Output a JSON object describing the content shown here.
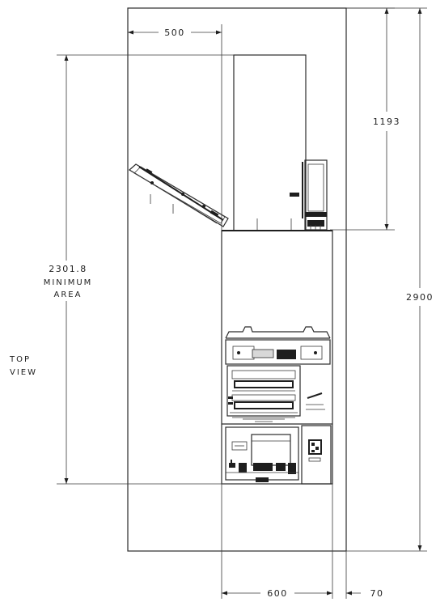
{
  "dimensions": {
    "width_500": "500",
    "height_1193": "1193",
    "height_2900": "2900",
    "area_value": "2301.8",
    "area_word1": "MINIMUM",
    "area_word2": "AREA",
    "width_600": "600",
    "width_70": "70"
  },
  "view_label": {
    "line1": "TOP",
    "line2": "VIEW"
  }
}
